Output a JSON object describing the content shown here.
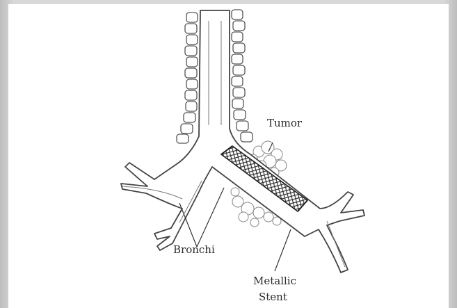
{
  "labels": {
    "tumor": "Tumor",
    "bronchi": "Bronchi",
    "stent_line1": "Metallic",
    "stent_line2": "Stent"
  }
}
